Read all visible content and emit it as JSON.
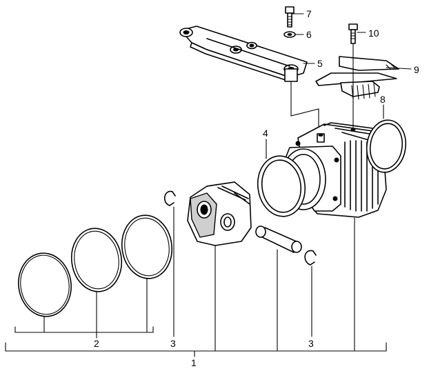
{
  "callouts": {
    "c1": "1",
    "c2": "2",
    "c3_left": "3",
    "c3_right": "3",
    "c4": "4",
    "c5": "5",
    "c6": "6",
    "c7": "7",
    "c8": "8",
    "c9": "9",
    "c10": "10"
  }
}
